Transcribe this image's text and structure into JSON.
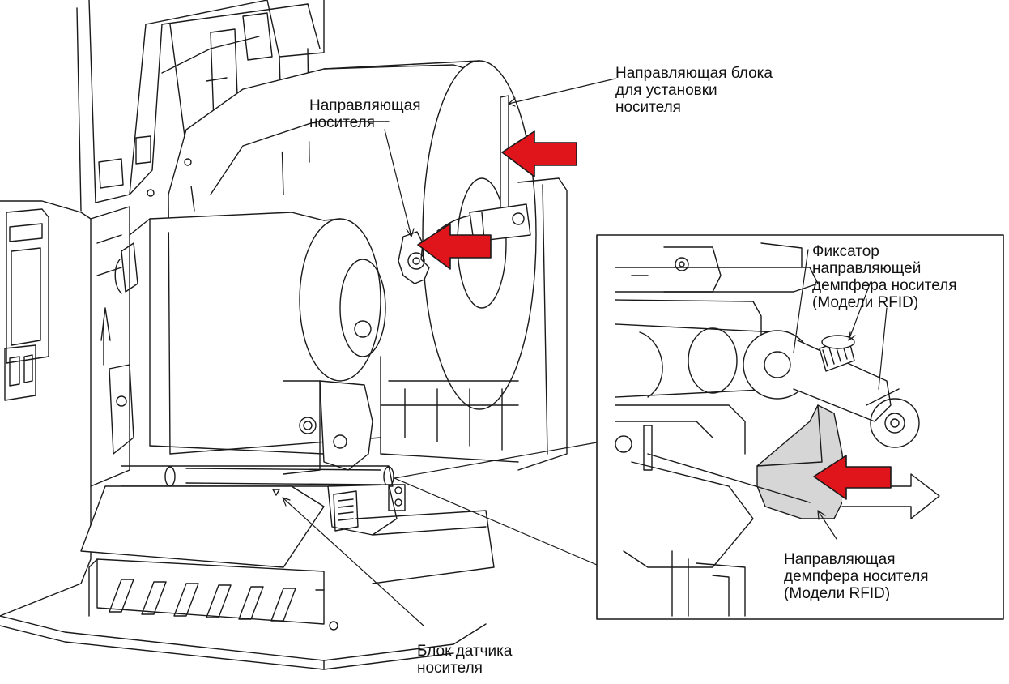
{
  "colors": {
    "line": "#1a1a1a",
    "arrow_fill": "#e0141b",
    "damper_fill": "#d6d6d6",
    "background": "#ffffff"
  },
  "labels": {
    "platen_guide_holder": [
      "Направляющая блока",
      "для установки",
      "носителя"
    ],
    "media_guide": [
      "Направляющая",
      "носителя"
    ],
    "damper_lock": [
      "Фиксатор",
      "направляющей",
      "демпфера носителя",
      "(Модели RFID)"
    ],
    "damper_guide": [
      "Направляющая",
      "демпфера носителя",
      "(Модели RFID)"
    ],
    "sensor_block": [
      "Блок датчика",
      "носителя"
    ]
  },
  "icons": {
    "arrows": [
      "arrow-left-icon",
      "arrow-left-icon",
      "arrow-left-icon"
    ],
    "outline_arrow": "arrow-right-outline-icon"
  }
}
